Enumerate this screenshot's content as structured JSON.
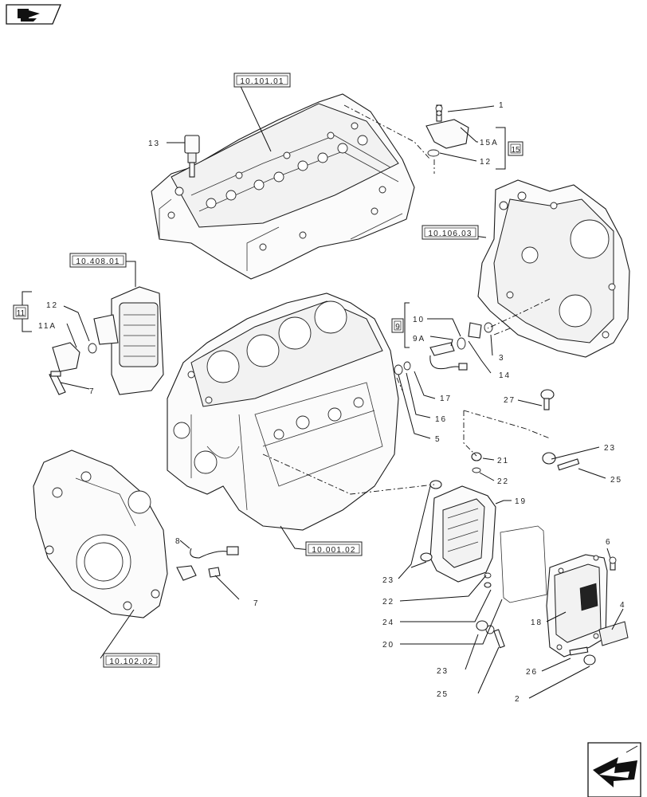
{
  "icons": {
    "top_left": "book-flag-icon",
    "bottom_right": "page-turn-arrow-icon"
  },
  "refs": {
    "head": "10.101.01",
    "timing_case": "10.106.03",
    "filter": "10.408.01",
    "block": "10.001.02",
    "front_cover": "10.102.02"
  },
  "groups": {
    "g15": "15",
    "g11": "11",
    "g9": "9"
  },
  "callouts": {
    "c1": "1",
    "c15a": "15A",
    "c12_top": "12",
    "c13": "13",
    "c12_left": "12",
    "c11a": "11A",
    "c7_left": "7",
    "c10": "10",
    "c9a": "9A",
    "c3": "3",
    "c14": "14",
    "c17": "17",
    "c16": "16",
    "c5": "5",
    "c27": "27",
    "c23_right": "23",
    "c25_right": "25",
    "c21": "21",
    "c22_top": "22",
    "c19": "19",
    "c6": "6",
    "c8": "8",
    "c7_bottom": "7",
    "c23_left": "23",
    "c22_left": "22",
    "c24": "24",
    "c20": "20",
    "c18": "18",
    "c4": "4",
    "c26": "26",
    "c23_bottom": "23",
    "c25_bottom": "25",
    "c2": "2"
  }
}
